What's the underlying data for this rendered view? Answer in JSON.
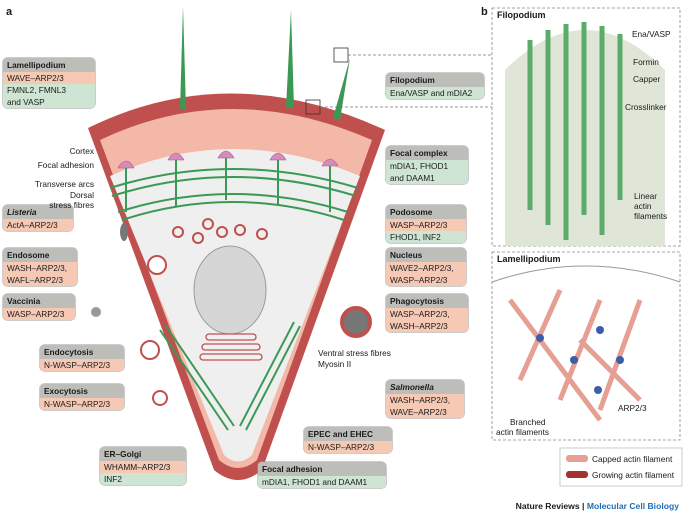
{
  "panels": {
    "a": "a",
    "b": "b"
  },
  "boxes": {
    "lamellipodium": {
      "title": "Lamellipodium",
      "row1": "WAVE–ARP2/3",
      "row2": "FMNL2, FMNL3",
      "row3": "and VASP"
    },
    "listeria": {
      "title": "Listeria",
      "row1": "ActA–ARP2/3"
    },
    "endosome": {
      "title": "Endosome",
      "row1": "WASH–ARP2/3,",
      "row2": "WAFL–ARP2/3"
    },
    "vaccinia": {
      "title": "Vaccinia",
      "row1": "WASP–ARP2/3"
    },
    "endocytosis": {
      "title": "Endocytosis",
      "row1": "N-WASP–ARP2/3"
    },
    "exocytosis": {
      "title": "Exocytosis",
      "row1": "N-WASP–ARP2/3"
    },
    "er_golgi": {
      "title": "ER–Golgi",
      "row1": "WHAMM–ARP2/3",
      "row2": "INF2"
    },
    "filopodium": {
      "title": "Filopodium",
      "row1": "Ena/VASP and mDIA2"
    },
    "focal_complex": {
      "title": "Focal complex",
      "row1": "mDIA1, FHOD1",
      "row2": "and DAAM1"
    },
    "podosome": {
      "title": "Podosome",
      "row1": "WASP–ARP2/3",
      "row2": "FHOD1, INF2"
    },
    "nucleus": {
      "title": "Nucleus",
      "row1": "WAVE2–ARP2/3,",
      "row2": "WASP–ARP2/3"
    },
    "phagocytosis": {
      "title": "Phagocytosis",
      "row1": "WASP–ARP2/3,",
      "row2": "WASH–ARP2/3"
    },
    "salmonella": {
      "title": "Salmonella",
      "row1": "WASH–ARP2/3,",
      "row2": "WAVE–ARP2/3"
    },
    "epec": {
      "title": "EPEC and EHEC",
      "row1": "N-WASP–ARP2/3"
    },
    "focal_adhesion": {
      "title": "Focal adhesion",
      "row1": "mDIA1, FHOD1 and DAAM1"
    }
  },
  "labels": {
    "cortex": "Cortex",
    "focal_adhesion": "Focal adhesion",
    "transverse_arcs": "Transverse arcs",
    "dorsal_1": "Dorsal",
    "dorsal_2": "stress fibres",
    "ventral": "Ventral stress fibres",
    "myosin": "Myosin II"
  },
  "inset_filopodium": {
    "title": "Filopodium",
    "ena_vasp": "Ena/VASP",
    "formin": "Formin",
    "capper": "Capper",
    "crosslinker": "Crosslinker",
    "linear_1": "Linear",
    "linear_2": "actin",
    "linear_3": "filaments"
  },
  "inset_lamellipodium": {
    "title": "Lamellipodium",
    "arp": "ARP2/3",
    "branched_1": "Branched",
    "branched_2": "actin filaments"
  },
  "legend": {
    "capped": "Capped actin filament",
    "growing": "Growing actin filament"
  },
  "footer": {
    "journal": "Nature Reviews",
    "sep": "|",
    "subjournal": "Molecular Cell Biology"
  },
  "colors": {
    "membrane": "#c0504d",
    "cortex": "#f3b8a8",
    "fiber": "#3a9a55",
    "adhesion": "#d88ab8",
    "box_header": "#bdbdb9",
    "orange_row": "#f6c9b5",
    "green_row": "#cfe5d3"
  }
}
